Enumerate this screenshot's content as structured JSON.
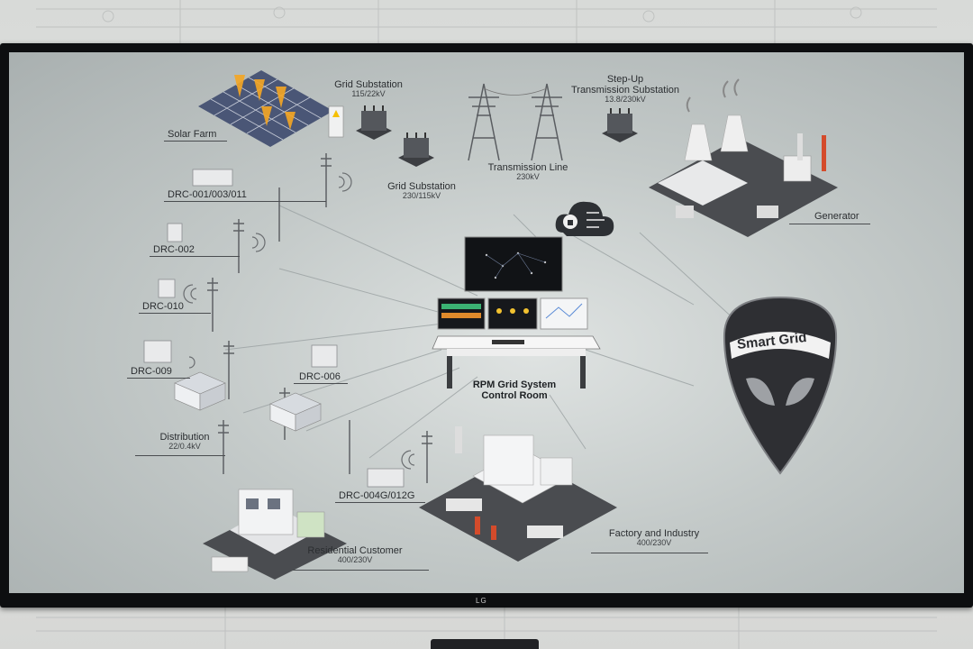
{
  "labels": {
    "solar_farm": "Solar Farm",
    "grid_substation_1": "Grid Substation",
    "grid_substation_1_rating": "115/22kV",
    "step_up_line1": "Step-Up",
    "step_up_line2": "Transmission Substation",
    "step_up_rating": "13.8/230kV",
    "grid_substation_2": "Grid Substation",
    "grid_substation_2_rating": "230/115kV",
    "transmission_line": "Transmission Line",
    "transmission_line_rating": "230kV",
    "generator": "Generator",
    "drc_001": "DRC-001/003/011",
    "drc_002": "DRC-002",
    "drc_010": "DRC-010",
    "drc_009": "DRC-009",
    "drc_006": "DRC-006",
    "distribution": "Distribution",
    "distribution_rating": "22/0.4kV",
    "drc_004": "DRC-004G/012G",
    "residential": "Residential Customer",
    "residential_rating": "400/230V",
    "factory": "Factory and Industry",
    "factory_rating": "400/230V",
    "control_room_line1": "RPM Grid System",
    "control_room_line2": "Control Room",
    "smart_grid_badge": "Smart Grid",
    "tv_brand": "LG"
  },
  "colors": {
    "screen_bg": "#c4cac9",
    "badge": "#2e2f33",
    "monitor": "#111316",
    "building": "#f2f3f4",
    "solar_panel": "#3a4a6a",
    "sun_ray": "#f5a623"
  },
  "icons": [
    "solar-panel-icon",
    "transformer-icon",
    "pylon-icon",
    "cloud-lock-icon",
    "power-plant-icon",
    "factory-icon",
    "house-icon",
    "pole-antenna-icon",
    "meter-box-icon",
    "control-desk-icon",
    "smart-grid-badge-icon"
  ]
}
